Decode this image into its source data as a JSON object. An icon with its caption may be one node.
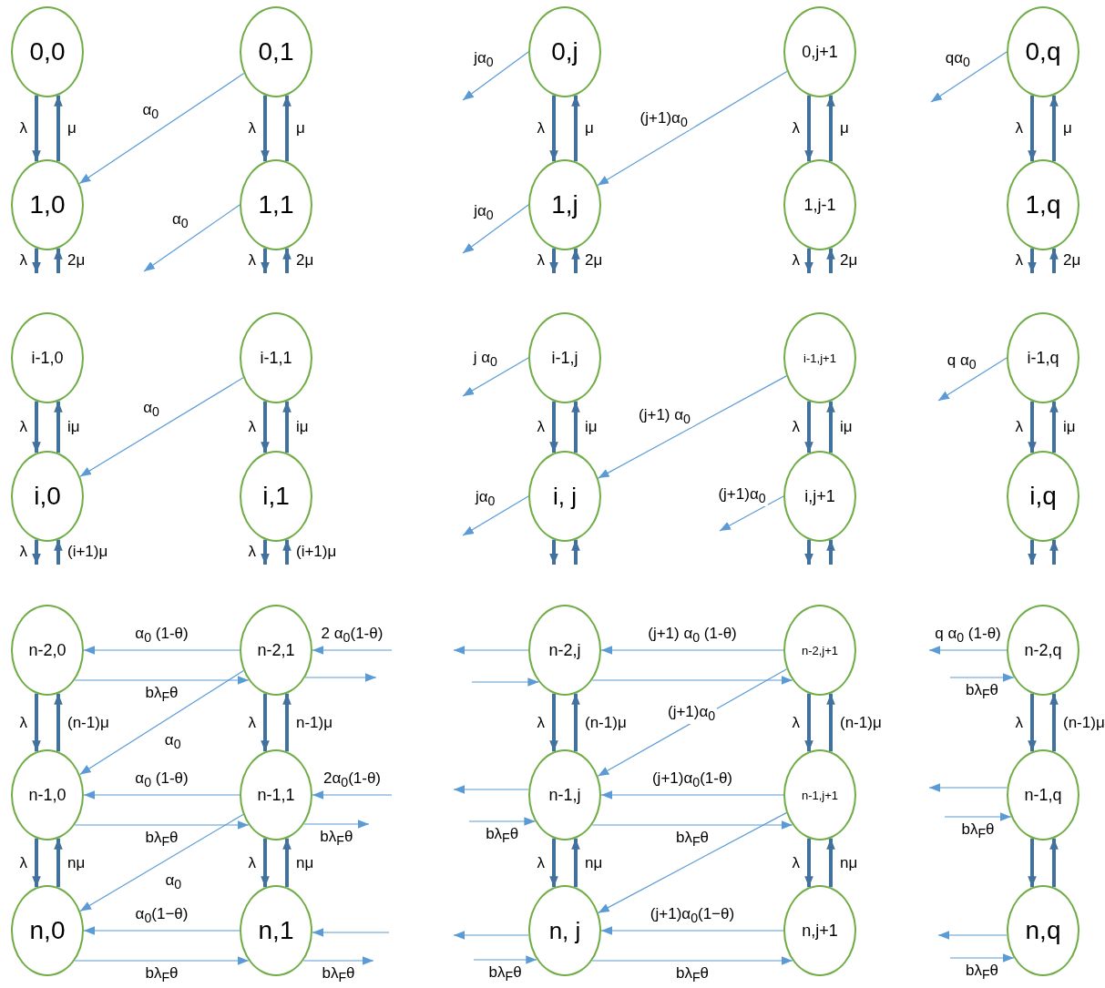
{
  "diagram": {
    "nodes": [
      {
        "text": [
          "0,0"
        ]
      },
      {
        "text": [
          "0,1"
        ]
      },
      {
        "text": [
          "0,j"
        ]
      },
      {
        "text": [
          "0,j+1"
        ]
      },
      {
        "text": [
          "0,q"
        ]
      },
      {
        "text": [
          "1,0"
        ]
      },
      {
        "text": [
          "1,1"
        ]
      },
      {
        "text": [
          "1,j"
        ]
      },
      {
        "text": [
          "1,j-1"
        ]
      },
      {
        "text": [
          "1,q"
        ]
      },
      {
        "text": [
          "i-1,0"
        ]
      },
      {
        "text": [
          "i-1,1"
        ]
      },
      {
        "text": [
          "i-1,j"
        ]
      },
      {
        "text": [
          "i-1,j+1"
        ]
      },
      {
        "text": [
          "i-1,q"
        ]
      },
      {
        "text": [
          "i,0"
        ]
      },
      {
        "text": [
          "i,1"
        ]
      },
      {
        "text": [
          "i, j"
        ]
      },
      {
        "text": [
          "i,j+1"
        ]
      },
      {
        "text": [
          "i,q"
        ]
      },
      {
        "text": [
          "n-2,0"
        ]
      },
      {
        "text": [
          "n-2,1"
        ]
      },
      {
        "text": [
          "n-2,j"
        ]
      },
      {
        "text": [
          "n-2,j+1"
        ]
      },
      {
        "text": [
          "n-2,q"
        ]
      },
      {
        "text": [
          "n-1,0"
        ]
      },
      {
        "text": [
          "n-1,1"
        ]
      },
      {
        "text": [
          "n-1,j"
        ]
      },
      {
        "text": [
          "n-1,j+1"
        ]
      },
      {
        "text": [
          "n-1,q"
        ]
      },
      {
        "text": [
          "n,0"
        ]
      },
      {
        "text": [
          "n,1"
        ]
      },
      {
        "text": [
          "n, j"
        ]
      },
      {
        "text": [
          "n,j+1"
        ]
      },
      {
        "text": [
          "n,q"
        ]
      }
    ],
    "edges": [
      {
        "from": 0,
        "to": 5,
        "arrow": "to",
        "label": "λ"
      },
      {
        "from": 5,
        "to": 0,
        "arrow": "to",
        "label": "μ"
      },
      {
        "from": 1,
        "to": 6,
        "arrow": "to",
        "label": "λ"
      },
      {
        "from": 6,
        "to": 1,
        "arrow": "to",
        "label": "μ"
      },
      {
        "from": 2,
        "to": 7,
        "arrow": "to",
        "label": "λ"
      },
      {
        "from": 7,
        "to": 2,
        "arrow": "to",
        "label": "μ"
      },
      {
        "from": 3,
        "to": 8,
        "arrow": "to",
        "label": "λ"
      },
      {
        "from": 8,
        "to": 3,
        "arrow": "to",
        "label": "μ"
      },
      {
        "from": 4,
        "to": 9,
        "arrow": "to",
        "label": "λ"
      },
      {
        "from": 9,
        "to": 4,
        "arrow": "to",
        "label": "μ"
      },
      {
        "from": 1,
        "to": 5,
        "arrow": "to",
        "label": "α$_{0}$",
        "color": "#5b9bd5"
      },
      {
        "from": 6,
        "to": null,
        "arrow": "to",
        "label": "α$_{0}$",
        "color": "#5b9bd5"
      },
      {
        "from": 2,
        "to": null,
        "arrow": "to",
        "label": "jα$_{0}$",
        "color": "#5b9bd5"
      },
      {
        "from": 7,
        "to": null,
        "arrow": "to",
        "label": "jα$_{0}$",
        "color": "#5b9bd5"
      },
      {
        "from": 3,
        "to": 7,
        "arrow": "to",
        "label": "(j+1)α$_{0}$",
        "color": "#5b9bd5"
      },
      {
        "from": 4,
        "to": null,
        "arrow": "to",
        "label": "qα$_{0}$",
        "color": "#5b9bd5"
      },
      {
        "from": 5,
        "to": null,
        "arrow": "to",
        "label": "λ"
      },
      {
        "from": null,
        "to": 5,
        "arrow": "to",
        "label": "2μ"
      },
      {
        "from": 6,
        "to": null,
        "arrow": "to",
        "label": "λ"
      },
      {
        "from": null,
        "to": 6,
        "arrow": "to",
        "label": "2μ"
      },
      {
        "from": 7,
        "to": null,
        "arrow": "to",
        "label": "λ"
      },
      {
        "from": null,
        "to": 7,
        "arrow": "to",
        "label": "2μ"
      },
      {
        "from": 8,
        "to": null,
        "arrow": "to",
        "label": "λ"
      },
      {
        "from": null,
        "to": 8,
        "arrow": "to",
        "label": "2μ"
      },
      {
        "from": 9,
        "to": null,
        "arrow": "to",
        "label": "λ"
      },
      {
        "from": null,
        "to": 9,
        "arrow": "to",
        "label": "2μ"
      },
      {
        "from": 10,
        "to": 15,
        "arrow": "to",
        "label": "λ"
      },
      {
        "from": 15,
        "to": 10,
        "arrow": "to",
        "label": "iμ"
      },
      {
        "from": 11,
        "to": 16,
        "arrow": "to",
        "label": "λ"
      },
      {
        "from": 16,
        "to": 11,
        "arrow": "to",
        "label": "iμ"
      },
      {
        "from": 12,
        "to": 17,
        "arrow": "to",
        "label": "λ"
      },
      {
        "from": 17,
        "to": 12,
        "arrow": "to",
        "label": "iμ"
      },
      {
        "from": 13,
        "to": 18,
        "arrow": "to",
        "label": "λ"
      },
      {
        "from": 18,
        "to": 13,
        "arrow": "to",
        "label": "iμ"
      },
      {
        "from": 14,
        "to": 19,
        "arrow": "to",
        "label": "λ"
      },
      {
        "from": 19,
        "to": 14,
        "arrow": "to",
        "label": "iμ"
      },
      {
        "from": 11,
        "to": 15,
        "arrow": "to",
        "label": "α$_{0}$",
        "color": "#5b9bd5"
      },
      {
        "from": 12,
        "to": null,
        "arrow": "to",
        "label": "j α$_{0}$",
        "color": "#5b9bd5"
      },
      {
        "from": 17,
        "to": null,
        "arrow": "to",
        "label": "jα$_{0}$",
        "color": "#5b9bd5"
      },
      {
        "from": 13,
        "to": 17,
        "arrow": "to",
        "label": "(j+1) α$_{0}$",
        "color": "#5b9bd5"
      },
      {
        "from": 18,
        "to": null,
        "arrow": "to",
        "label": "(j+1)α$_{0}$",
        "color": "#5b9bd5"
      },
      {
        "from": 14,
        "to": null,
        "arrow": "to",
        "label": "q α$_{0}$",
        "color": "#5b9bd5"
      },
      {
        "from": 15,
        "to": null,
        "arrow": "to",
        "label": "λ"
      },
      {
        "from": null,
        "to": 15,
        "arrow": "to",
        "label": "(i+1)μ"
      },
      {
        "from": 16,
        "to": null,
        "arrow": "to",
        "label": "λ"
      },
      {
        "from": null,
        "to": 16,
        "arrow": "to",
        "label": "(i+1)μ"
      },
      {
        "from": 17,
        "to": null,
        "arrow": "to"
      },
      {
        "from": null,
        "to": 17,
        "arrow": "to"
      },
      {
        "from": 18,
        "to": null,
        "arrow": "to"
      },
      {
        "from": null,
        "to": 18,
        "arrow": "to"
      },
      {
        "from": 19,
        "to": null,
        "arrow": "to"
      },
      {
        "from": null,
        "to": 19,
        "arrow": "to"
      },
      {
        "from": 20,
        "to": 25,
        "arrow": "to",
        "label": "λ"
      },
      {
        "from": 25,
        "to": 20,
        "arrow": "to",
        "label": "(n-1)μ"
      },
      {
        "from": 21,
        "to": 26,
        "arrow": "to",
        "label": "λ"
      },
      {
        "from": 26,
        "to": 21,
        "arrow": "to",
        "label": "n-1)μ"
      },
      {
        "from": 22,
        "to": 27,
        "arrow": "to",
        "label": "λ"
      },
      {
        "from": 27,
        "to": 22,
        "arrow": "to",
        "label": "(n-1)μ"
      },
      {
        "from": 23,
        "to": 28,
        "arrow": "to",
        "label": "λ"
      },
      {
        "from": 28,
        "to": 23,
        "arrow": "to",
        "label": "(n-1)μ"
      },
      {
        "from": 24,
        "to": 29,
        "arrow": "to",
        "label": "λ"
      },
      {
        "from": 29,
        "to": 24,
        "arrow": "to",
        "label": "(n-1)μ"
      },
      {
        "from": 25,
        "to": 30,
        "arrow": "to",
        "label": "λ"
      },
      {
        "from": 30,
        "to": 25,
        "arrow": "to",
        "label": "nμ"
      },
      {
        "from": 26,
        "to": 31,
        "arrow": "to",
        "label": "λ"
      },
      {
        "from": 31,
        "to": 26,
        "arrow": "to",
        "label": "nμ"
      },
      {
        "from": 27,
        "to": 32,
        "arrow": "to",
        "label": "λ"
      },
      {
        "from": 32,
        "to": 27,
        "arrow": "to",
        "label": "nμ"
      },
      {
        "from": 28,
        "to": 33,
        "arrow": "to",
        "label": "λ"
      },
      {
        "from": 33,
        "to": 28,
        "arrow": "to",
        "label": "nμ"
      },
      {
        "from": 29,
        "to": 34,
        "arrow": "to"
      },
      {
        "from": 34,
        "to": 29,
        "arrow": "to"
      },
      {
        "from": 21,
        "to": 20,
        "arrow": "to",
        "label": "α$_{0}$ (1-θ)",
        "color": "#5b9bd5"
      },
      {
        "from": 20,
        "to": 21,
        "arrow": "to",
        "label": "bλ$_{F}$θ",
        "color": "#5b9bd5"
      },
      {
        "from": 21,
        "to": 25,
        "arrow": "to",
        "label": "α$_{0}$",
        "color": "#5b9bd5"
      },
      {
        "from": null,
        "to": 21,
        "arrow": "to",
        "label": "2 α$_{0}$(1-θ)",
        "color": "#5b9bd5"
      },
      {
        "from": 21,
        "to": null,
        "arrow": "to",
        "color": "#5b9bd5"
      },
      {
        "from": 22,
        "to": null,
        "arrow": "to",
        "color": "#5b9bd5"
      },
      {
        "from": null,
        "to": 22,
        "arrow": "to",
        "color": "#5b9bd5"
      },
      {
        "from": 23,
        "to": 22,
        "arrow": "to",
        "label": "(j+1) α$_{0}$ (1-θ)",
        "color": "#5b9bd5"
      },
      {
        "from": 22,
        "to": 23,
        "arrow": "to",
        "color": "#5b9bd5"
      },
      {
        "from": 23,
        "to": 27,
        "arrow": "to",
        "label": "(j+1)α$_{0}$",
        "color": "#5b9bd5"
      },
      {
        "from": 24,
        "to": null,
        "arrow": "to",
        "label": "q α$_{0}$ (1-θ)",
        "color": "#5b9bd5"
      },
      {
        "from": null,
        "to": 24,
        "arrow": "to",
        "label": "bλ$_{F}$θ",
        "color": "#5b9bd5"
      },
      {
        "from": 26,
        "to": 25,
        "arrow": "to",
        "label": "α$_{0}$ (1-θ)",
        "color": "#5b9bd5"
      },
      {
        "from": 25,
        "to": 26,
        "arrow": "to",
        "label": "bλ$_{F}$θ",
        "color": "#5b9bd5"
      },
      {
        "from": 26,
        "to": 30,
        "arrow": "to",
        "label": "α$_{0}$",
        "color": "#5b9bd5"
      },
      {
        "from": null,
        "to": 26,
        "arrow": "to",
        "label": "2α$_{0}$(1-θ)",
        "color": "#5b9bd5"
      },
      {
        "from": 26,
        "to": null,
        "arrow": "to",
        "label": "bλ$_{F}$θ",
        "color": "#5b9bd5"
      },
      {
        "from": 27,
        "to": null,
        "arrow": "to",
        "color": "#5b9bd5"
      },
      {
        "from": null,
        "to": 27,
        "arrow": "to",
        "label": "bλ$_{F}$θ",
        "color": "#5b9bd5"
      },
      {
        "from": 28,
        "to": 27,
        "arrow": "to",
        "label": "(j+1)α$_{0}$(1-θ)",
        "color": "#5b9bd5"
      },
      {
        "from": 27,
        "to": 28,
        "arrow": "to",
        "label": "bλ$_{F}$θ",
        "color": "#5b9bd5"
      },
      {
        "from": 28,
        "to": 32,
        "arrow": "to",
        "color": "#5b9bd5"
      },
      {
        "from": 29,
        "to": null,
        "arrow": "to",
        "color": "#5b9bd5"
      },
      {
        "from": null,
        "to": 29,
        "arrow": "to",
        "label": "bλ$_{F}$θ",
        "color": "#5b9bd5"
      },
      {
        "from": 31,
        "to": 30,
        "arrow": "to",
        "label": "α$_{0}$(1−θ)",
        "color": "#5b9bd5"
      },
      {
        "from": 30,
        "to": 31,
        "arrow": "to",
        "label": "bλ$_{F}$θ",
        "color": "#5b9bd5"
      },
      {
        "from": null,
        "to": 31,
        "arrow": "to",
        "color": "#5b9bd5"
      },
      {
        "from": 31,
        "to": null,
        "arrow": "to",
        "label": "bλ$_{F}$θ",
        "color": "#5b9bd5"
      },
      {
        "from": 32,
        "to": null,
        "arrow": "to",
        "color": "#5b9bd5"
      },
      {
        "from": null,
        "to": 32,
        "arrow": "to",
        "label": "bλ$_{F}$θ",
        "color": "#5b9bd5"
      },
      {
        "from": 33,
        "to": 32,
        "arrow": "to",
        "label": "(j+1)α$_{0}$(1−θ)",
        "color": "#5b9bd5"
      },
      {
        "from": 32,
        "to": 33,
        "arrow": "to",
        "label": "bλ$_{F}$θ",
        "color": "#5b9bd5"
      },
      {
        "from": 34,
        "to": null,
        "arrow": "to",
        "color": "#5b9bd5"
      },
      {
        "from": null,
        "to": 34,
        "arrow": "to",
        "label": "bλ$_{F}$θ",
        "color": "#5b9bd5"
      }
    ]
  }
}
